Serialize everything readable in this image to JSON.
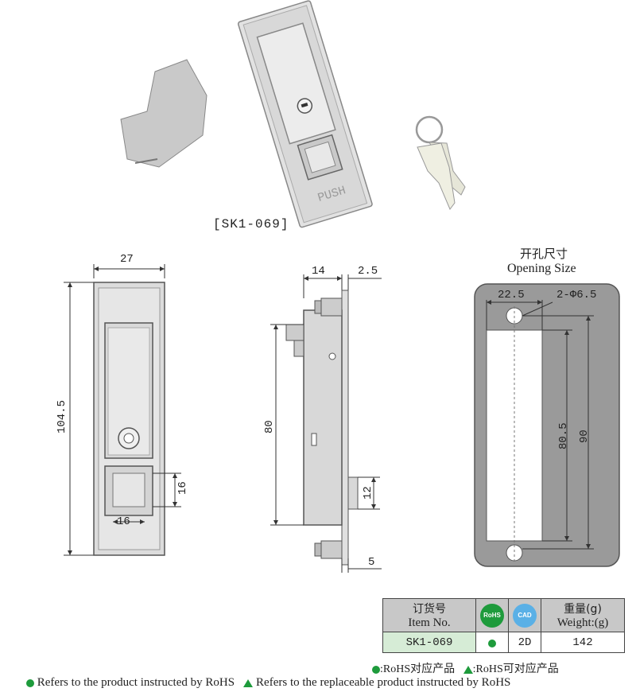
{
  "product": {
    "model_label": "[SK1-069]",
    "lock_text": "PUSH"
  },
  "front_view": {
    "width": "27",
    "height": "104.5",
    "button_height": "16",
    "button_width": "16"
  },
  "side_view": {
    "depth": "14",
    "plate": "2.5",
    "length": "80",
    "cam": "12",
    "bottom": "5"
  },
  "opening": {
    "title_cn": "开孔尺寸",
    "title_en": "Opening Size",
    "width": "22.5",
    "holes": "2-Φ6.5",
    "inner": "80.5",
    "outer": "90"
  },
  "spec_table": {
    "col_item_cn": "订货号",
    "col_item_en": "Item No.",
    "col_rohs_badge": "RoHS",
    "col_cad_badge": "CAD",
    "col_weight_cn": "重量(g)",
    "col_weight_en": "Weight:(g)",
    "item_no": "SK1-069",
    "cad": "2D",
    "weight": "142"
  },
  "legend": {
    "rohs_cn": ":RoHS对应产品",
    "rohs_alt_cn": ":RoHS可对应产品",
    "rohs_en": "Refers to the product instructed by RoHS",
    "rohs_alt_en": "Refers to the replaceable product instructed by RoHS"
  },
  "colors": {
    "green": "#1e9b3c",
    "metal": "#d4d4d4",
    "panel": "#9a9a9a",
    "table_header": "#c8c8c8",
    "item_cell": "#d6ecd6",
    "cad_blue": "#5ab0e6"
  }
}
